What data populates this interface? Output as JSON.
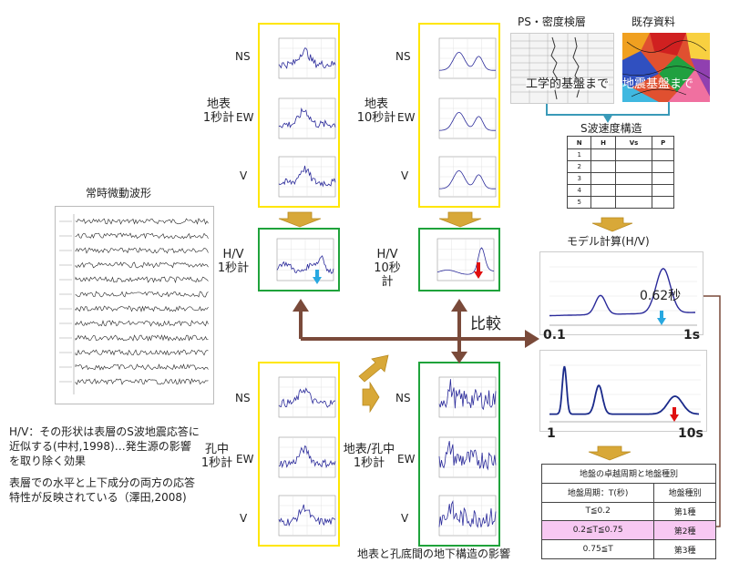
{
  "left": {
    "waveform_title": "常時微動波形",
    "note1": "H/V：その形状は表層のS波地震応答に近似する(中村,1998)…発生源の影響を取り除く効果",
    "note2": "表層での水平と上下成分の両方の応答特性が反映されている（澤田,2008)"
  },
  "labels": {
    "NS": "NS",
    "EW": "EW",
    "V": "V",
    "surface_1s": "地表\n1秒計",
    "surface_10s": "地表\n10秒計",
    "hv_1s": "H/V\n1秒計",
    "hv_10s": "H/V\n10秒計",
    "borehole_1s": "孔中\n1秒計",
    "ratio_1s": "地表/孔中\n1秒計",
    "compare": "比較",
    "bottom_caption": "地表と孔底間の地下構造の影響"
  },
  "right": {
    "ps_log": "PS・密度検層",
    "existing": "既存資料",
    "eng_base": "工学的基盤まで",
    "quake_base": "地震基盤まで",
    "vs_title": "S波速度構造",
    "vs_headers": [
      "N",
      "H",
      "Vs",
      "P"
    ],
    "vs_rows": [
      "1",
      "2",
      "3",
      "4",
      "5"
    ],
    "model_title": "モデル計算(H/V)",
    "period_value": "0.62秒",
    "axis_min": "0.1",
    "axis_max": "1s",
    "axis2_min": "1",
    "axis2_max": "10s",
    "ground_title": "地盤の卓越周期と地盤種別",
    "ground_headers": [
      "地盤周期：T(秒)",
      "地盤種別"
    ],
    "ground_rows": [
      [
        "T≦0.2",
        "第1種"
      ],
      [
        "0.2≦T≦0.75",
        "第2種"
      ],
      [
        "0.75≦T",
        "第3種"
      ]
    ]
  },
  "colors": {
    "yellow": "#ffe600",
    "green": "#1fa33b",
    "arrow": "#d8a838",
    "brown": "#7a4a3a",
    "curve": "#2a2a9a",
    "red": "#e01010",
    "cyan": "#28a8e0",
    "highlight": "#f7c8f2"
  }
}
